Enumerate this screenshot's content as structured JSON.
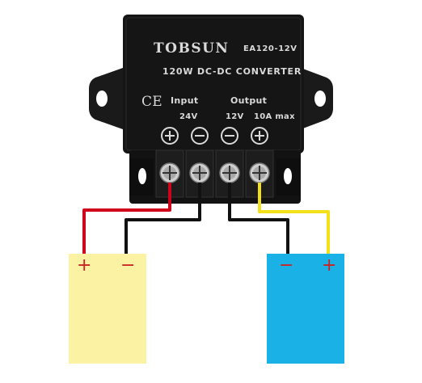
{
  "device": {
    "brand": "TOBSUN",
    "model": "EA120-12V",
    "title": "120W DC-DC CONVERTER",
    "ce_mark": "CE",
    "input_label": "Input",
    "input_voltage": "24V",
    "output_label": "Output",
    "output_voltage": "12V",
    "output_current": "10A max",
    "terminal_symbols": [
      "⊕",
      "⊖",
      "⊖",
      "⊕"
    ]
  },
  "wires": {
    "input_positive": "#d0021b",
    "negative": "#111111",
    "output_positive": "#f2e01a"
  },
  "batteries": {
    "left": {
      "color": "#fbf2a4",
      "symbols": [
        "+",
        "−"
      ]
    },
    "right": {
      "color": "#1ab2e6",
      "symbols": [
        "−",
        "+"
      ]
    }
  }
}
